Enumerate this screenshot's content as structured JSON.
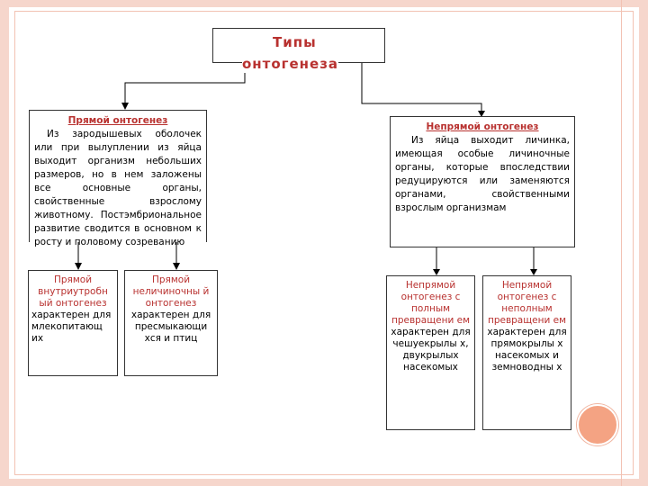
{
  "title": {
    "line1": "Типы",
    "line2": "онтогенеза"
  },
  "direct": {
    "heading": "Прямой онтогенез",
    "text": "Из зародышевых оболочек или при вылуплении из яйца выходит организм небольших размеров, но в нем заложены все основные органы, свойственные взрослому животному. Постэмбриональное развитие сводится в основном к росту и половому созреванию"
  },
  "indirect": {
    "heading": "Непрямой онтогенез",
    "text": "Из яйца выходит личинка, имеющая особые личиночные органы, которые впоследствии редуцируются или заменяются органами, свойственными взрослым организмам"
  },
  "children": {
    "intrauterine": {
      "name": "Прямой внутриутробн ый онтогенез",
      "desc": "характерен для млекопитающ их"
    },
    "nonlarval": {
      "name": "Прямой неличиночны й онтогенез",
      "desc": "характерен для пресмыкающи хся и птиц"
    },
    "complete": {
      "name": "Непрямой онтогенез с полным превращени ем",
      "desc": "характерен для чешуекрылы х, двукрылых насекомых"
    },
    "incomplete": {
      "name": "Непрямой онтогенез с неполным превращени ем",
      "desc": "характерен для прямокрылы х насекомых и земноводны х"
    }
  },
  "colors": {
    "heading": "#b8312f",
    "border": "#f6d6cc",
    "accent_circle": "#f4a383"
  }
}
